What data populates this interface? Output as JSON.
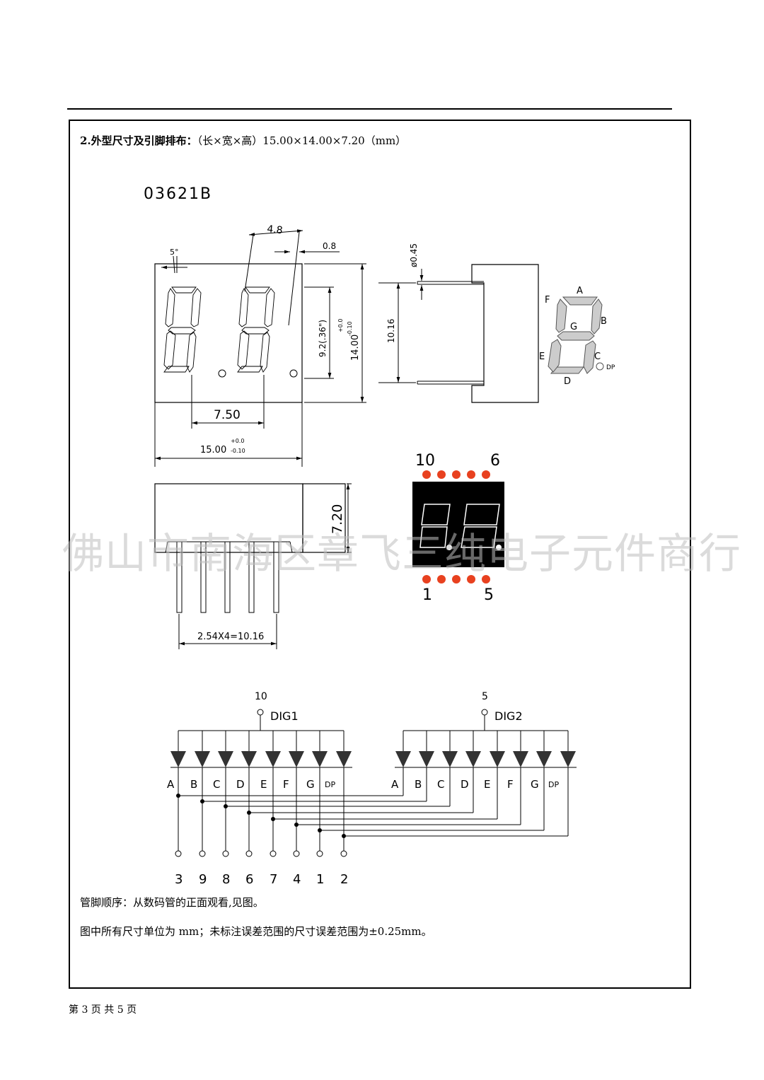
{
  "section": {
    "heading": "2.外型尺寸及引脚排布：",
    "spec": "（长×宽×高）15.00×14.00×7.20（mm）"
  },
  "model": "03621B",
  "dims": {
    "lead_pitch": "4.8",
    "slant_angle": "5°",
    "lead_dia_small": "0.8",
    "pin_dia": "ø0.45",
    "digit_height": "9.2(.36\")",
    "height_total": "14.00",
    "tol_plus": "+0.0",
    "tol_minus": "-0.10",
    "row_span": "10.16",
    "digit_pitch": "7.50",
    "length_total": "15.00",
    "thickness": "7.20",
    "pin_row": "2.54X4=10.16"
  },
  "segments": {
    "a": "A",
    "b": "B",
    "c": "C",
    "d": "D",
    "e": "E",
    "f": "F",
    "g": "G",
    "dp": "DP"
  },
  "pin_numbers": {
    "top_left": "10",
    "top_right": "6",
    "bottom_left": "1",
    "bottom_right": "5"
  },
  "circuit": {
    "dig1_pin": "10",
    "dig1_label": "DIG1",
    "dig2_pin": "5",
    "dig2_label": "DIG2",
    "segment_labels": [
      "A",
      "B",
      "C",
      "D",
      "E",
      "F",
      "G",
      "DP"
    ],
    "pin_labels": [
      "3",
      "9",
      "8",
      "6",
      "7",
      "4",
      "1",
      "2"
    ]
  },
  "notes": {
    "line1": "管脚顺序：从数码管的正面观看,见图。",
    "line2": "图中所有尺寸单位为 mm；未标注误差范围的尺寸误差范围为±0.25mm。"
  },
  "footer": "第 3 页 共 5 页",
  "watermark": "佛山市南海区章飞三纯电子元件商行",
  "colors": {
    "pin_dot": "#e8411f",
    "segment_fill": "#cccccc",
    "display_body": "#000000",
    "diode": "#333333"
  }
}
